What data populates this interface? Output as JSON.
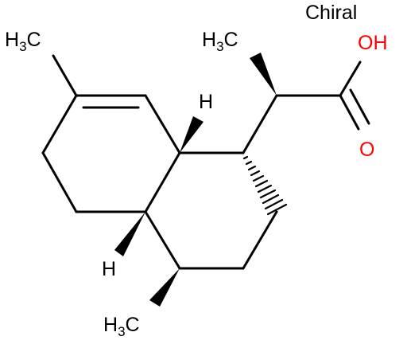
{
  "annotation": "Chiral",
  "labels": {
    "ch3_top_left": {
      "main": "H",
      "sub": "3",
      "tail": "C"
    },
    "ch3_side_chain": {
      "main": "H",
      "sub": "3",
      "tail": "C"
    },
    "ch3_bottom": {
      "main": "H",
      "sub": "3",
      "tail": "C"
    },
    "h_top": "H",
    "h_bottom": "H",
    "hydroxyl": "OH",
    "carbonyl_o": "O"
  },
  "colors": {
    "bond": "#000000",
    "heteroatom": "#ff0000",
    "background": "#ffffff"
  }
}
